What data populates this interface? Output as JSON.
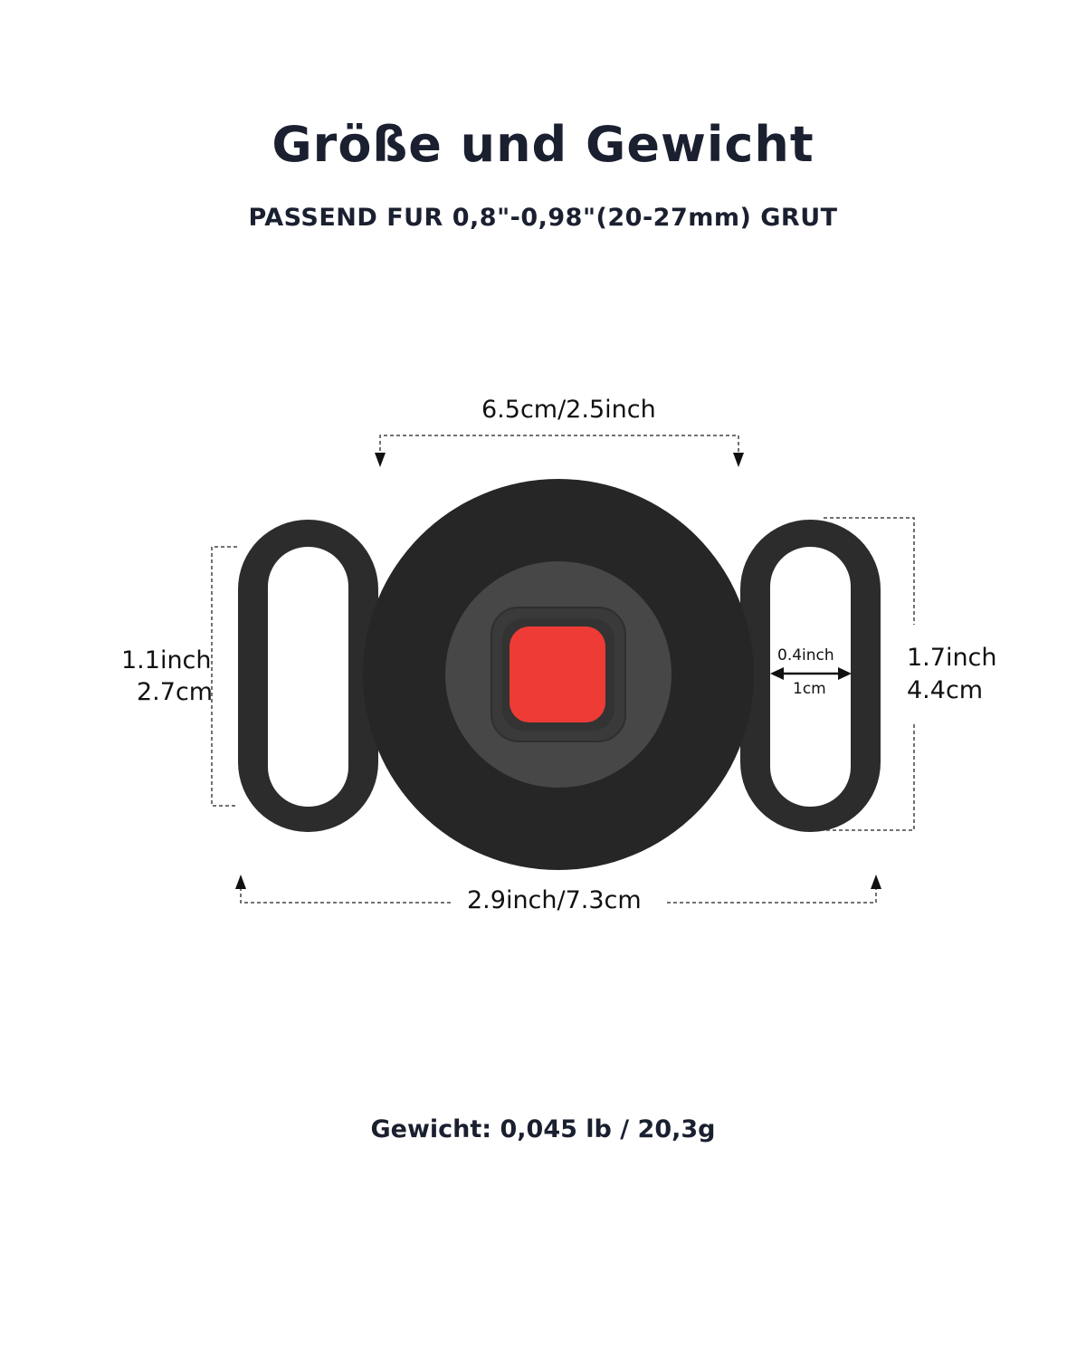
{
  "header": {
    "title": "Größe und Gewicht",
    "subtitle": "PASSEND FUR 0,8\"-0,98\"(20-27mm) GRUT"
  },
  "dimensions": {
    "top_width": "6.5cm/2.5inch",
    "left_height_in": "1.1inch",
    "left_height_cm": "2.7cm",
    "slot_width_in": "0.4inch",
    "slot_width_cm": "1cm",
    "right_height_in": "1.7inch",
    "right_height_cm": "4.4cm",
    "bottom_width": "2.9inch/7.3cm"
  },
  "footer": {
    "weight": "Gewicht: 0,045 lb / 20,3g"
  },
  "colors": {
    "text": "#1b2030",
    "product_body": "#2a2a2a",
    "product_inner": "#4a4a4a",
    "button_red": "#ee3b36"
  }
}
